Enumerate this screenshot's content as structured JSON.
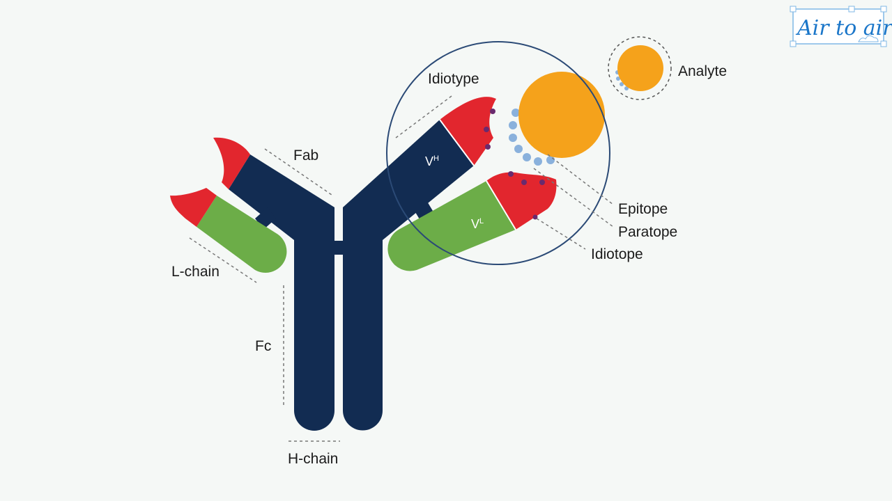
{
  "logo": {
    "text": "Air to air"
  },
  "labels": {
    "idiotype": "Idiotype",
    "analyte": "Analyte",
    "fab": "Fab",
    "l_chain": "L-chain",
    "fc": "Fc",
    "h_chain": "H-chain",
    "epitope": "Epitope",
    "paratope": "Paratope",
    "idiotope": "Idiotope"
  },
  "regions": {
    "vh": "V",
    "vh_sup": "H",
    "vl": "V",
    "vl_sup": "L"
  },
  "colors": {
    "heavy_chain": "#122c52",
    "light_chain": "#6cad48",
    "variable_tip": "#e2262e",
    "analyte": "#f5a21b",
    "paratope_bumps": "#8ab1dc",
    "idiotope_dots": "#6a2a6e",
    "logo": "#1a76c9"
  }
}
